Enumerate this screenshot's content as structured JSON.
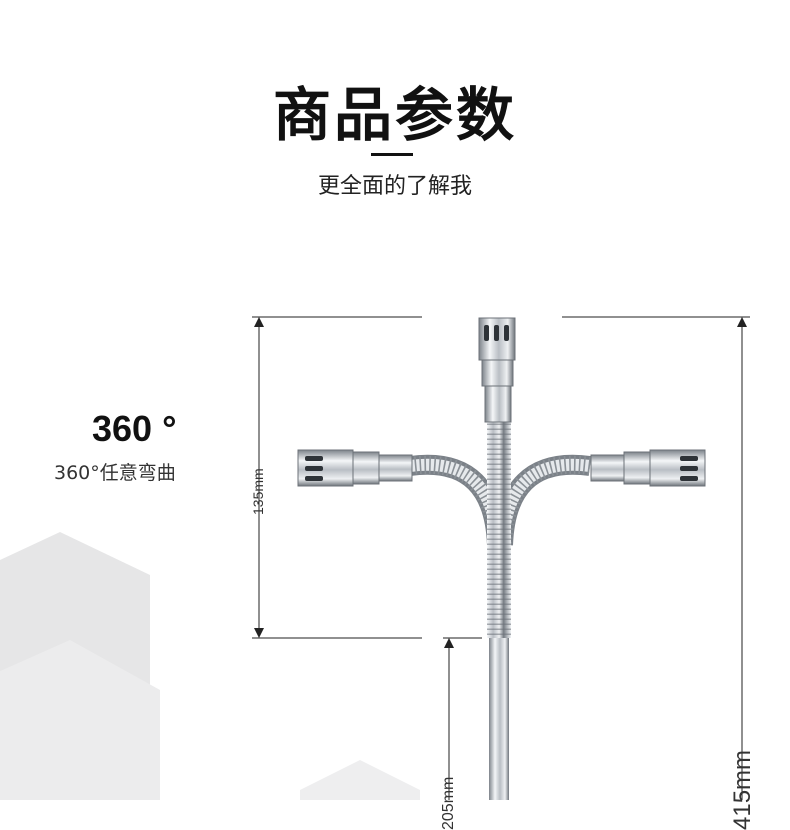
{
  "header": {
    "title": "商品参数",
    "subtitle": "更全面的了解我"
  },
  "feature": {
    "value": "360 °",
    "label": "360°任意弯曲"
  },
  "dimensions": {
    "arm_height": "135mm",
    "lower_left": "205mm",
    "total_right": "415mm"
  },
  "colors": {
    "text": "#111111",
    "dimension_line": "#222222",
    "chrome": "#c8ccd0",
    "hexagon": "#e9e9ea"
  }
}
